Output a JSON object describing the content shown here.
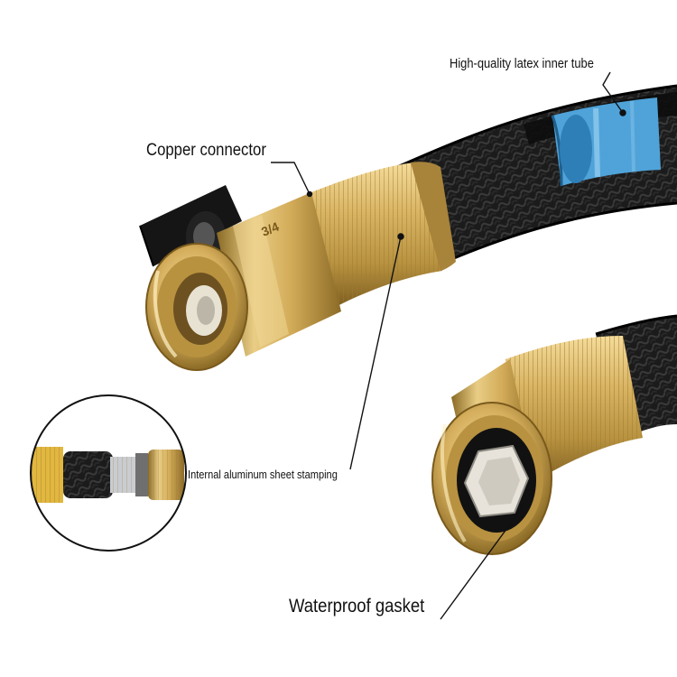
{
  "labels": {
    "latex_tube": "High-quality latex inner tube",
    "copper_connector": "Copper connector",
    "aluminum_stamping": "Internal aluminum sheet stamping",
    "waterproof_gasket": "Waterproof gasket"
  },
  "connector_marking": "3/4",
  "colors": {
    "brass": "#d9b463",
    "brass_dark": "#8a6a25",
    "hose_black": "#1a1a1a",
    "inner_tube_blue": "#4fa3d9"
  }
}
